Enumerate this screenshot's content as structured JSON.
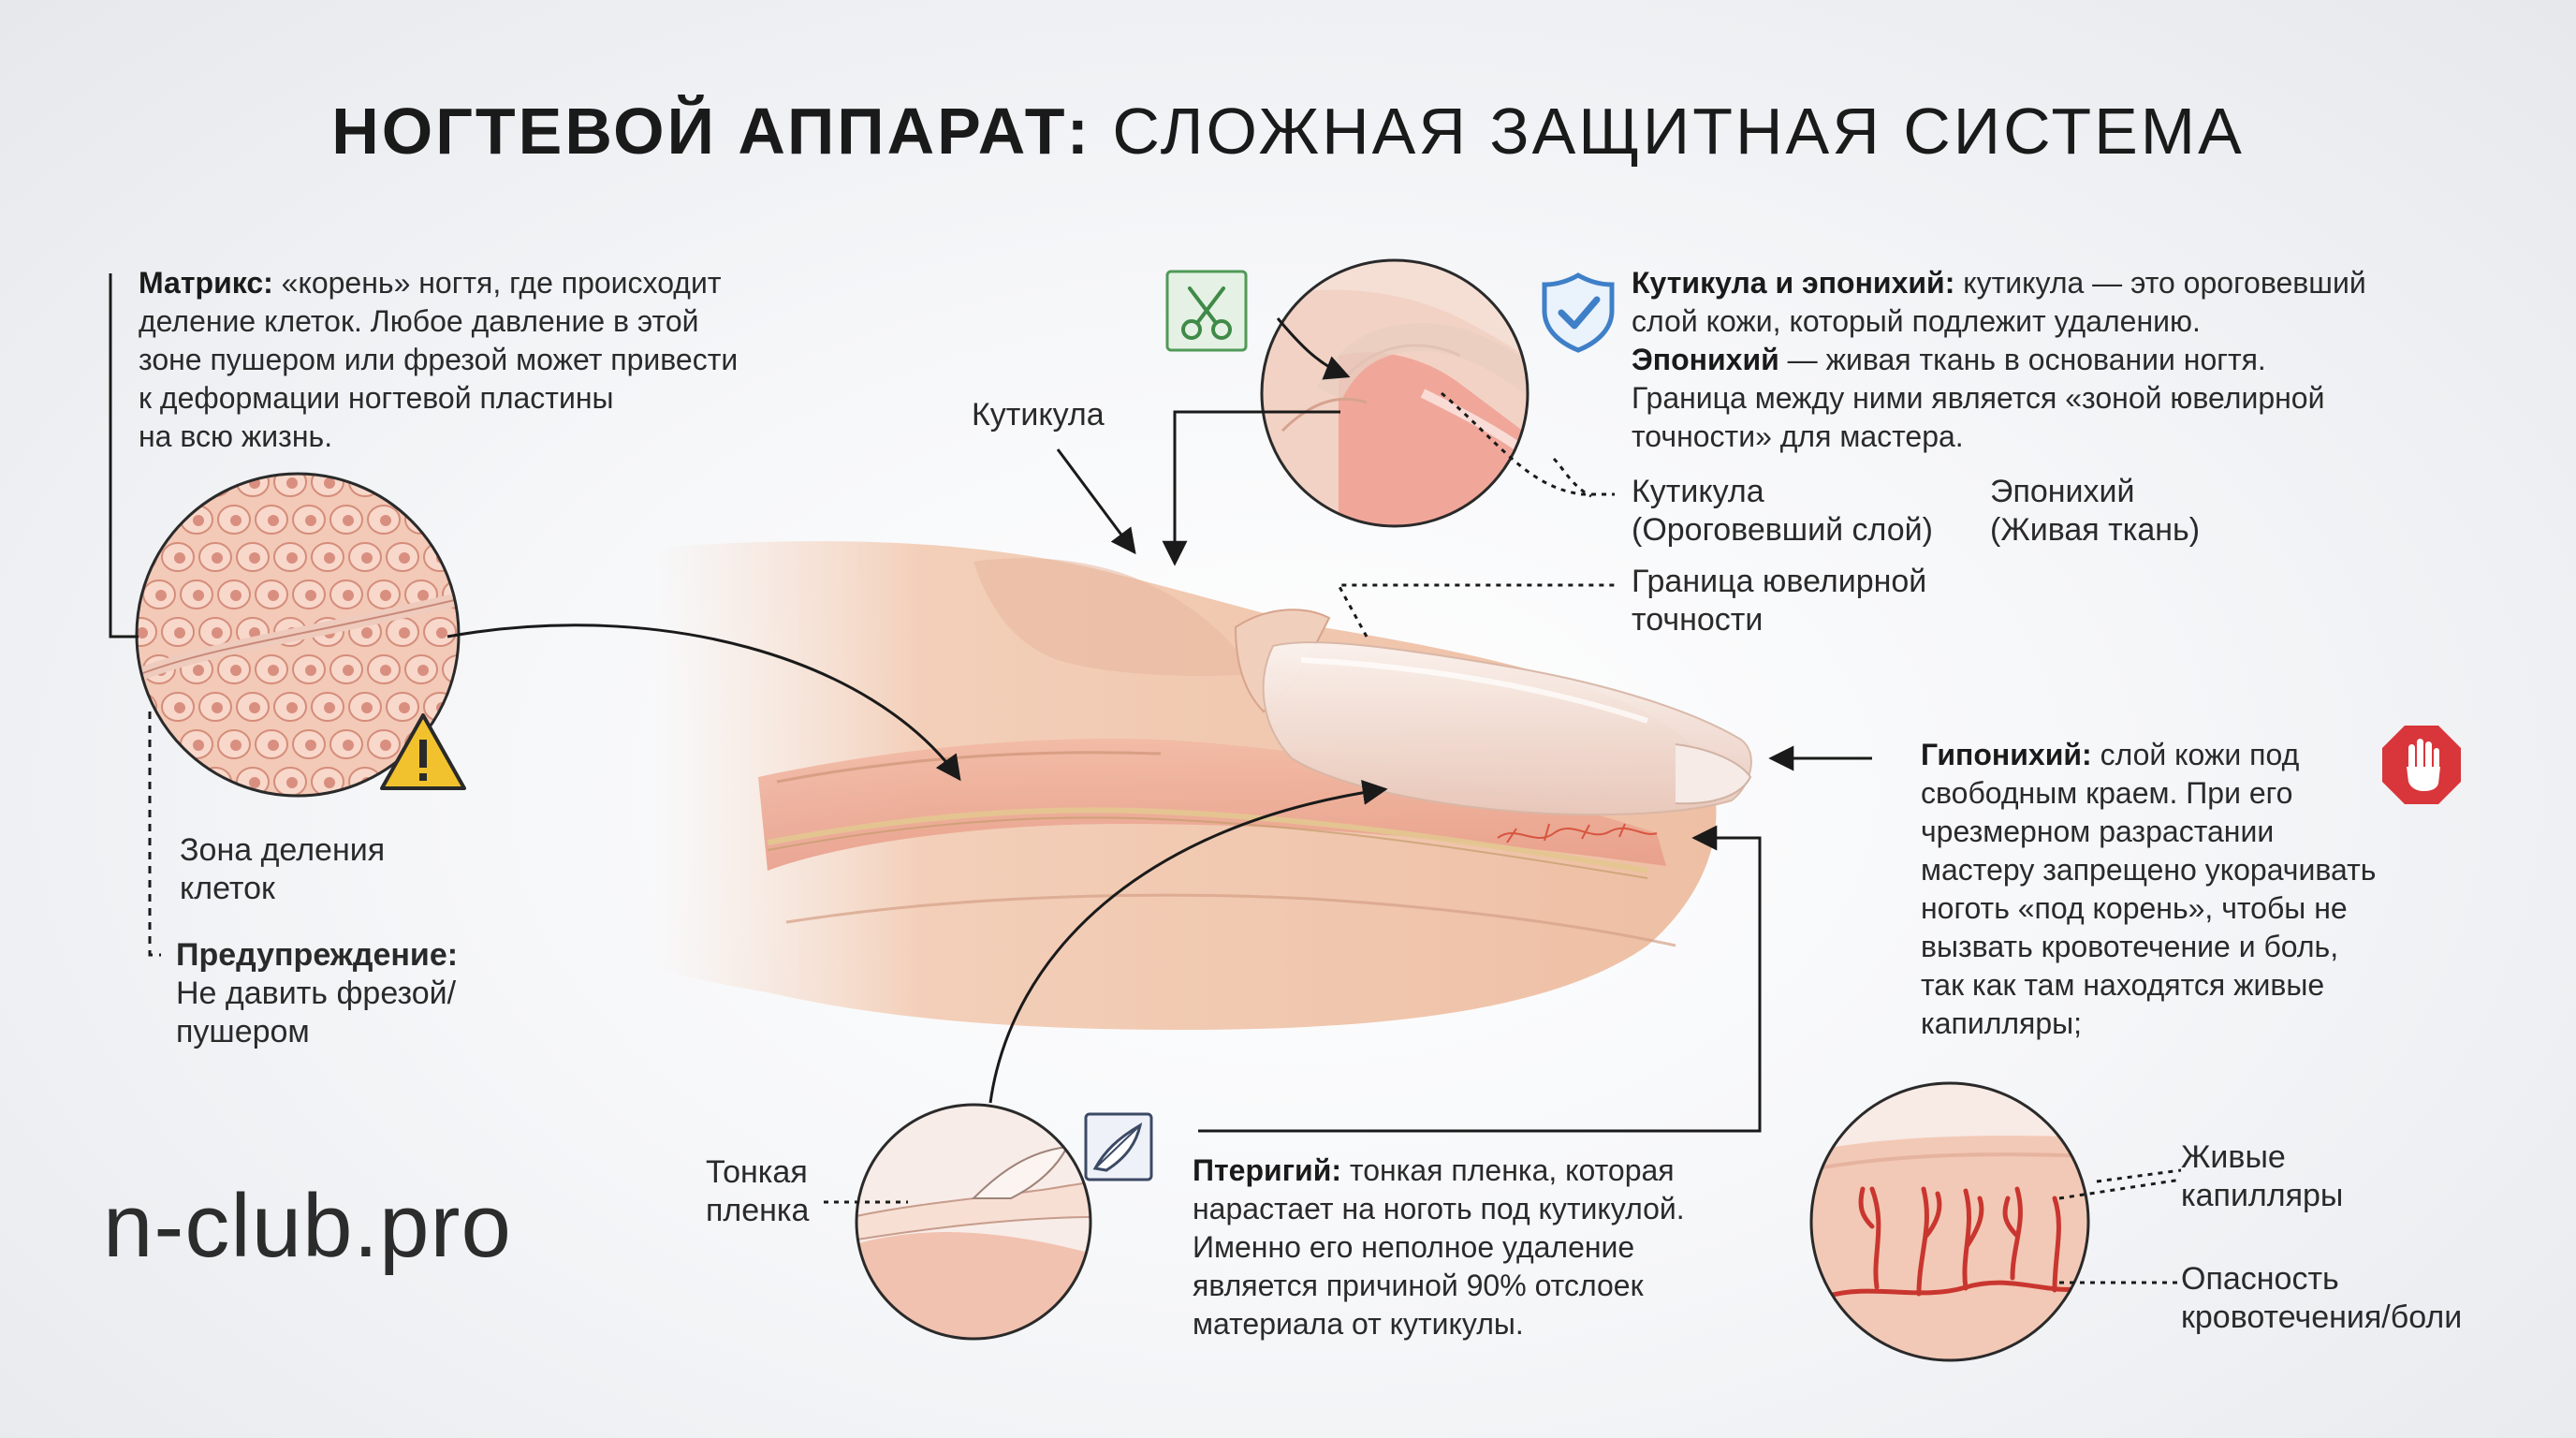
{
  "title": {
    "bold": "НОГТЕВОЙ АППАРАТ:",
    "regular": "СЛОЖНАЯ ЗАЩИТНАЯ СИСТЕМА"
  },
  "matrix": {
    "term": "Матрикс:",
    "lines": [
      "«корень» ногтя, где происходит",
      "деление клеток. Любое давление в этой",
      "зоне пушером или фрезой может привести",
      "к деформации ногтевой пластины",
      "на всю жизнь."
    ]
  },
  "zone_label": [
    "Зона деления",
    "клеток"
  ],
  "warning": {
    "term": "Предупреждение:",
    "lines": [
      "Не давить фрезой/",
      "пушером"
    ]
  },
  "cuticle_top_label": "Кутикула",
  "cuticle_block": {
    "term1": "Кутикула и эпонихий:",
    "line1": "кутикула — это ороговевший",
    "line2": "слой кожи, который подлежит удалению.",
    "term2": "Эпонихий",
    "line3": "— живая ткань в основании ногтя.",
    "line4": "Граница между ними является «зоной ювелирной",
    "line5": "точности» для мастера."
  },
  "cuticle_label": [
    "Кутикула",
    "(Ороговевший слой)"
  ],
  "eponychium_label": [
    "Эпонихий",
    "(Живая ткань)"
  ],
  "border_label": [
    "Граница ювелирной",
    "точности"
  ],
  "hyponychium": {
    "term": "Гипонихий:",
    "lines": [
      "слой кожи под",
      "свободным краем. При его",
      "чрезмерном разрастании",
      "мастеру запрещено укорачивать",
      "ноготь «под корень», чтобы не",
      "вызвать кровотечение и боль,",
      "так как там находятся живые",
      "капилляры;"
    ]
  },
  "pterygium": {
    "term": "Птеригий:",
    "lines": [
      "тонкая пленка, которая",
      "нарастает на ноготь под кутикулой.",
      "Именно его неполное удаление",
      "является причиной 90% отслоек",
      "материала от кутикулы."
    ]
  },
  "film_label": [
    "Тонкая",
    "пленка"
  ],
  "capillaries_label": [
    "Живые",
    "капилляры"
  ],
  "danger_label": [
    "Опасность",
    "кровотечения/боли"
  ],
  "brand": "n-club.pro",
  "icons": [
    "scissors-icon",
    "shield-check-icon",
    "warning-icon",
    "stop-hand-icon",
    "film-icon"
  ],
  "colors": {
    "skin": "#efc3a8",
    "nail": "#f3e3dc",
    "accent_green": "#4f9a57",
    "accent_blue": "#3f7fc8",
    "stop_red": "#d8363a",
    "warning_yellow": "#f2c22e"
  }
}
